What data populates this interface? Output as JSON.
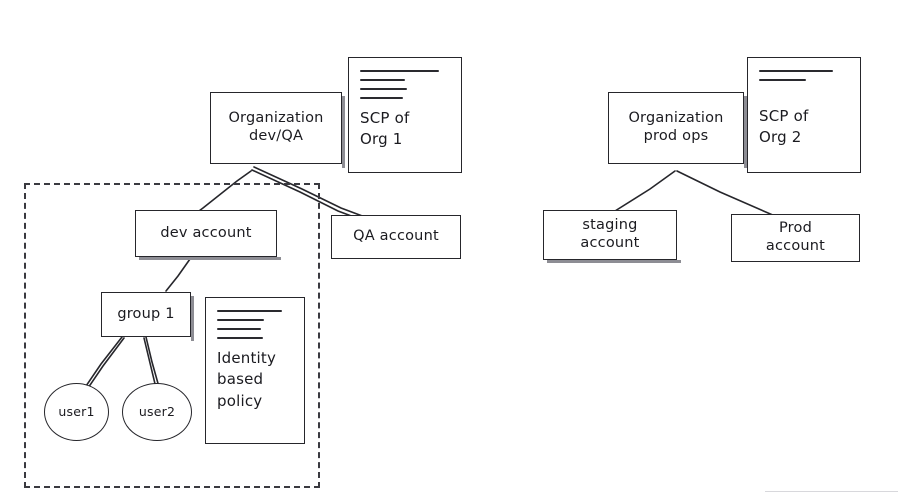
{
  "diagram": {
    "title": "AWS Organizations multi-account structure (hand-drawn)",
    "stroke_color": "#26262b",
    "background_color": "#ffffff",
    "boundary_color": "#3a3a40",
    "groups": [
      {
        "id": "org-dev-qa",
        "boundary_label": "dashed boundary around dev account subtree"
      },
      {
        "id": "org-prod-ops",
        "boundary_label": ""
      }
    ],
    "nodes": {
      "organization_dev_qa": {
        "line1": "Organization",
        "line2": "dev/QA"
      },
      "scp_org_1": {
        "line1": "SCP of",
        "line2": "Org 1",
        "placeholder_lines": 4
      },
      "dev_account": {
        "line1": "dev account"
      },
      "qa_account": {
        "line1": "QA account"
      },
      "group_1": {
        "line1": "group 1"
      },
      "identity_policy": {
        "line1": "Identity",
        "line2": "based",
        "line3": "policy",
        "placeholder_lines": 4
      },
      "user_1": {
        "line1": "user1"
      },
      "user_2": {
        "line1": "user2"
      },
      "organization_prod_ops": {
        "line1": "Organization",
        "line2": "prod ops"
      },
      "scp_org_2": {
        "line1": "SCP of",
        "line2": "Org 2",
        "placeholder_lines": 2
      },
      "staging_account": {
        "line1": "staging",
        "line2": "account"
      },
      "prod_account": {
        "line1": "Prod",
        "line2": "account"
      }
    },
    "edges": [
      {
        "from": "organization_dev_qa",
        "to": "dev_account"
      },
      {
        "from": "organization_dev_qa",
        "to": "qa_account"
      },
      {
        "from": "dev_account",
        "to": "group_1"
      },
      {
        "from": "group_1",
        "to": "user_1"
      },
      {
        "from": "group_1",
        "to": "user_2"
      },
      {
        "from": "organization_prod_ops",
        "to": "staging_account"
      },
      {
        "from": "organization_prod_ops",
        "to": "prod_account"
      }
    ]
  }
}
